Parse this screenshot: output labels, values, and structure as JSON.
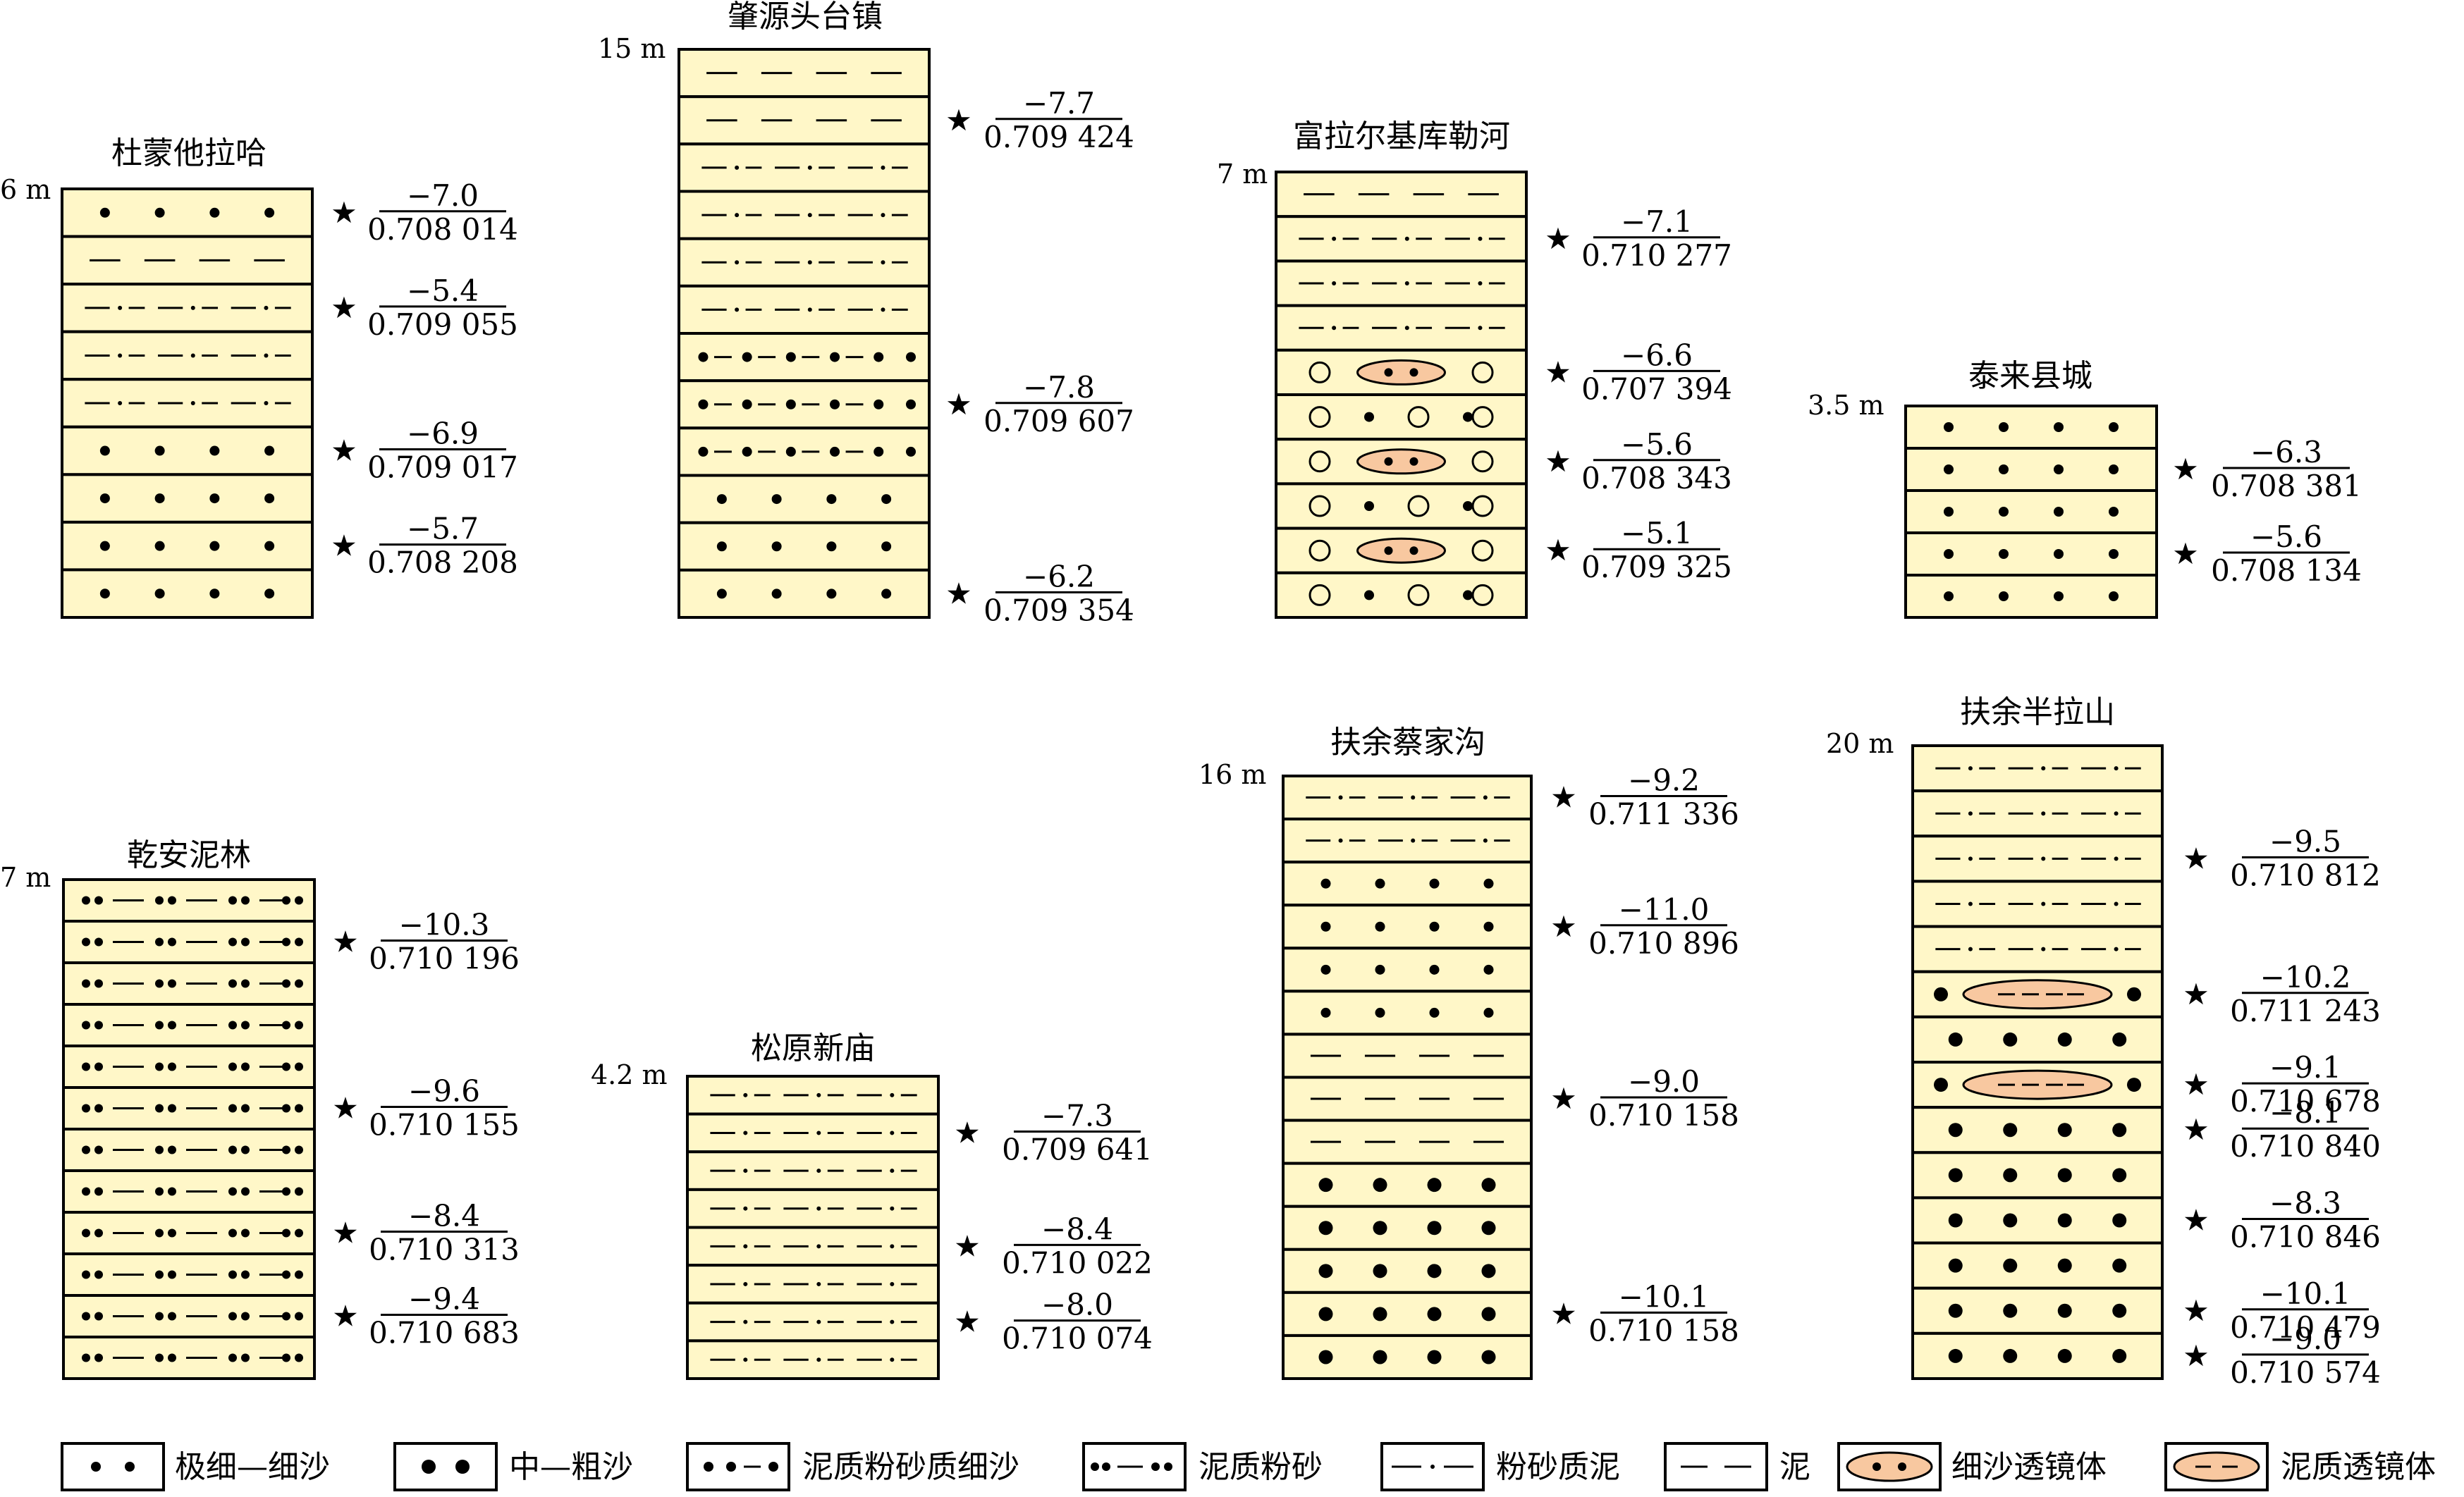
{
  "colors": {
    "bed_fill": "#fff7c8",
    "lens_fill": "#f8c8a0",
    "line": "#000000"
  },
  "lithology_legend": [
    {
      "key": "vfs",
      "label": "极细—细沙"
    },
    {
      "key": "mcs",
      "label": "中—粗沙"
    },
    {
      "key": "mfs",
      "label": "泥质粉砂质细沙"
    },
    {
      "key": "ms",
      "label": "泥质粉砂"
    },
    {
      "key": "sm",
      "label": "粉砂质泥"
    },
    {
      "key": "mud",
      "label": "泥"
    },
    {
      "key": "sl",
      "label": "细沙透镜体"
    },
    {
      "key": "ml",
      "label": "泥质透镜体"
    }
  ],
  "sections": [
    {
      "name": "杜蒙他拉哈",
      "height_label": "6 m",
      "beds_top_to_bottom": [
        "vfs",
        "mud",
        "sm",
        "sm",
        "sm",
        "vfs",
        "vfs",
        "vfs",
        "vfs"
      ],
      "samples": [
        {
          "bed": 0,
          "value": "−7.0",
          "sr": "0.708 014"
        },
        {
          "bed": 2,
          "value": "−5.4",
          "sr": "0.709 055"
        },
        {
          "bed": 5,
          "value": "−6.9",
          "sr": "0.709 017"
        },
        {
          "bed": 7,
          "value": "−5.7",
          "sr": "0.708 208"
        }
      ]
    },
    {
      "name": "肇源头台镇",
      "height_label": "15 m",
      "beds_top_to_bottom": [
        "mud",
        "mud",
        "sm",
        "sm",
        "sm",
        "sm",
        "mfs",
        "mfs",
        "mfs",
        "vfs",
        "vfs",
        "vfs"
      ],
      "samples": [
        {
          "bed": 1,
          "value": "−7.7",
          "sr": "0.709 424"
        },
        {
          "bed": 7,
          "value": "−7.8",
          "sr": "0.709 607"
        },
        {
          "bed": 11,
          "value": "−6.2",
          "sr": "0.709 354"
        }
      ]
    },
    {
      "name": "富拉尔基库勒河",
      "height_label": "7 m",
      "beds_top_to_bottom": [
        "mud",
        "sm",
        "sm",
        "sm",
        "cobble_sl",
        "cobble_vfs",
        "cobble_sl",
        "cobble_vfs",
        "cobble_sl",
        "cobble_vfs"
      ],
      "samples": [
        {
          "bed": 1,
          "value": "−7.1",
          "sr": "0.710 277"
        },
        {
          "bed": 4,
          "value": "−6.6",
          "sr": "0.707 394"
        },
        {
          "bed": 6,
          "value": "−5.6",
          "sr": "0.708 343"
        },
        {
          "bed": 8,
          "value": "−5.1",
          "sr": "0.709 325"
        }
      ]
    },
    {
      "name": "泰来县城",
      "height_label": "3.5 m",
      "beds_top_to_bottom": [
        "vfs",
        "vfs",
        "vfs",
        "vfs",
        "vfs"
      ],
      "samples": [
        {
          "bed": 1,
          "value": "−6.3",
          "sr": "0.708 381"
        },
        {
          "bed": 3,
          "value": "−5.6",
          "sr": "0.708 134"
        }
      ]
    },
    {
      "name": "乾安泥林",
      "height_label": "7 m",
      "beds_top_to_bottom": [
        "ms",
        "ms",
        "ms",
        "ms",
        "ms",
        "ms",
        "ms",
        "ms",
        "ms",
        "ms",
        "ms",
        "ms"
      ],
      "samples": [
        {
          "bed": 1,
          "value": "−10.3",
          "sr": "0.710 196"
        },
        {
          "bed": 5,
          "value": "−9.6",
          "sr": "0.710 155"
        },
        {
          "bed": 8,
          "value": "−8.4",
          "sr": "0.710 313"
        },
        {
          "bed": 10,
          "value": "−9.4",
          "sr": "0.710 683"
        }
      ]
    },
    {
      "name": "松原新庙",
      "height_label": "4.2 m",
      "beds_top_to_bottom": [
        "sm",
        "sm",
        "sm",
        "sm",
        "sm",
        "sm",
        "sm",
        "sm"
      ],
      "samples": [
        {
          "bed": 1,
          "value": "−7.3",
          "sr": "0.709 641"
        },
        {
          "bed": 4,
          "value": "−8.4",
          "sr": "0.710 022"
        },
        {
          "bed": 6,
          "value": "−8.0",
          "sr": "0.710 074"
        }
      ]
    },
    {
      "name": "扶余蔡家沟",
      "height_label": "16 m",
      "beds_top_to_bottom": [
        "sm",
        "sm",
        "vfs",
        "vfs",
        "vfs",
        "vfs",
        "mud",
        "mud",
        "mud",
        "mcs",
        "mcs",
        "mcs",
        "mcs",
        "mcs"
      ],
      "samples": [
        {
          "bed": 0,
          "value": "−9.2",
          "sr": "0.711 336"
        },
        {
          "bed": 3,
          "value": "−11.0",
          "sr": "0.710 896"
        },
        {
          "bed": 7,
          "value": "−9.0",
          "sr": "0.710 158"
        },
        {
          "bed": 12,
          "value": "−10.1",
          "sr": "0.710 158"
        }
      ]
    },
    {
      "name": "扶余半拉山",
      "height_label": "20 m",
      "beds_top_to_bottom": [
        "sm",
        "sm",
        "sm",
        "sm",
        "sm",
        "ml_mcs",
        "mcs",
        "ml_mcs",
        "mcs",
        "mcs",
        "mcs",
        "mcs",
        "mcs",
        "mcs"
      ],
      "samples": [
        {
          "bed": 2,
          "value": "−9.5",
          "sr": "0.710 812"
        },
        {
          "bed": 5,
          "value": "−10.2",
          "sr": "0.711 243"
        },
        {
          "bed": 7,
          "value": "−9.1",
          "sr": "0.710 678"
        },
        {
          "bed": 8,
          "value": "−8.1",
          "sr": "0.710 840"
        },
        {
          "bed": 10,
          "value": "−8.3",
          "sr": "0.710 846"
        },
        {
          "bed": 12,
          "value": "−10.1",
          "sr": "0.710 479"
        },
        {
          "bed": 13,
          "value": "−9.0",
          "sr": "0.710 574"
        }
      ]
    }
  ]
}
